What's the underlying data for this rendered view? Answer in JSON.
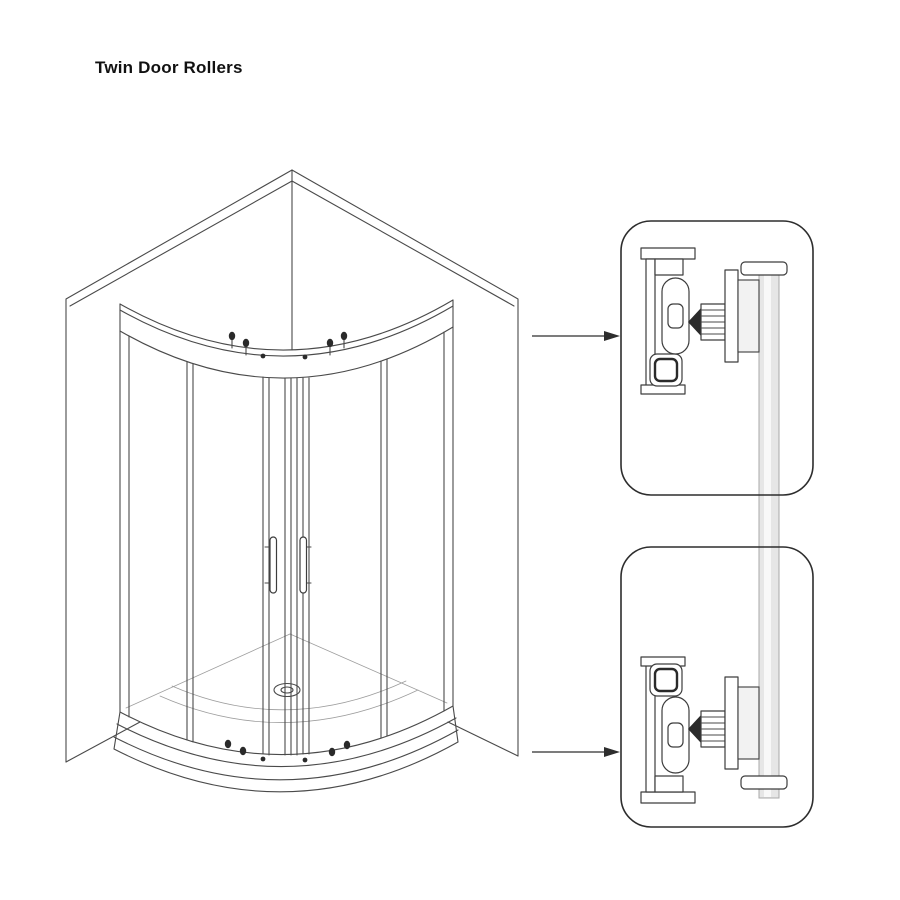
{
  "page": {
    "title": "Twin Door Rollers"
  },
  "diagram": {
    "parts": {
      "enclosure": "quadrant-shower-enclosure",
      "callout_top": "top-roller-detail",
      "callout_bottom": "bottom-roller-detail"
    },
    "colors": {
      "line": "#4a4a4a",
      "callout_border": "#2d2d2d",
      "glass": "#e6e6e6",
      "roller_dark": "#2a2a2a",
      "background": "#ffffff"
    }
  }
}
